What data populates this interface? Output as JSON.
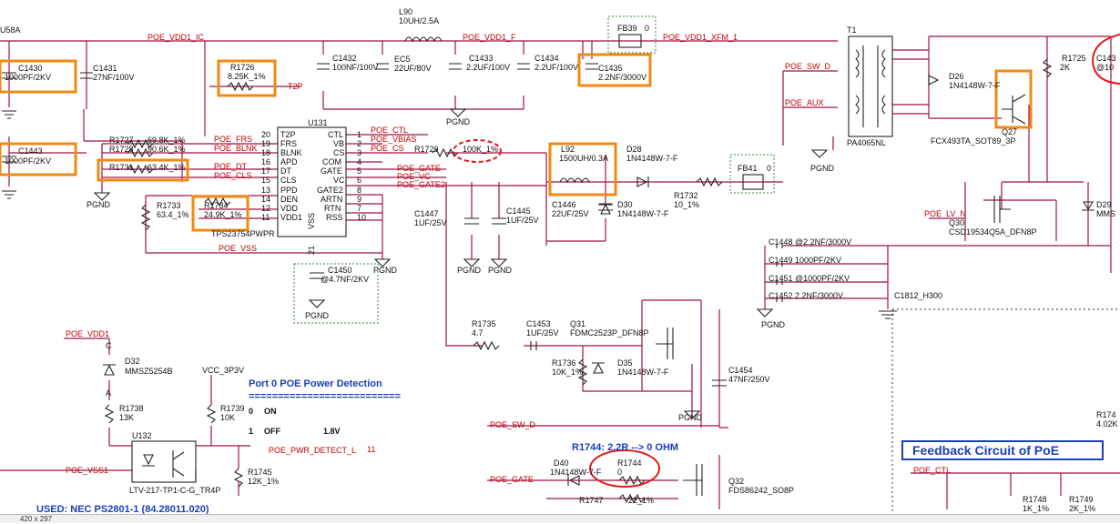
{
  "net_labels": {
    "poe_vdd1_ic": "POE_VDD1_IC",
    "poe_vdd1_f": "POE_VDD1_F",
    "poe_vdd1_xfm_1": "POE_VDD1_XFM_1",
    "poe_sw_d": "POE_SW_D",
    "poe_aux": "POE_AUX",
    "t2p": "T2P",
    "poe_ctl": "POE_CTL",
    "poe_vbias": "POE_VBIAS",
    "poe_cs": "POE_CS",
    "poe_frs": "POE_FRS",
    "poe_blnk": "POE_BLNK",
    "poe_dt": "POE_DT",
    "poe_cls": "POE_CLS",
    "poe_gate": "POE_GATE",
    "poe_vc": "POE_VC",
    "poe_gate2": "POE_GATE2",
    "poe_vss": "POE_VSS",
    "poe_lv_n": "POE_LV_N",
    "poe_vdd1": "POE_VDD1",
    "vcc_3p3v": "VCC_3P3V",
    "poe_pwr_detect_l": "POE_PWR_DETECT_L",
    "poe_pwr_detect_page": "11",
    "poe_vss1": "POE_VSS1",
    "poe_sw_d_2": "POE_SW_D",
    "poe_gate_2": "POE_GATE",
    "poe_ctl_2": "POE_CTL",
    "pgnd": "PGND",
    "u58a": "U58A"
  },
  "components": {
    "c1430": "C1430",
    "c1430_v": "1000PF/2KV",
    "c1431": "C1431",
    "c1431_v": "27NF/100V",
    "c1443": "C1443",
    "c1443_v": "1000PF/2KV",
    "r1726": "R1726",
    "r1726_v": "8.25K_1%",
    "c1432": "C1432",
    "c1432_v": "100NF/100V",
    "ec5": "EC5",
    "ec5_v": "22UF/80V",
    "l90": "L90",
    "l90_v": "10UH/2.5A",
    "c1433": "C1433",
    "c1433_v": "2.2UF/100V",
    "c1434": "C1434",
    "c1434_v": "2.2UF/100V",
    "fb39": "FB39",
    "fb39_v": "0",
    "c1435": "C1435",
    "c1435_v": "2.2NF/3000V",
    "t1": "T1",
    "t1_v": "PA4065NL",
    "d26": "D26",
    "d26_v": "1N4148W-7-F",
    "r1725": "R1725",
    "r1725_v": "2K",
    "c143x": "C143",
    "c143x_v": "@10",
    "q27": "Q27",
    "q27_v": "FCX493TA_SOT89_3P",
    "u131": "U131",
    "u131_v": "TPS23754PWPR",
    "r1727": "R1727",
    "r1727_v": "69.8K_1%",
    "r1728": "R1728",
    "r1728_v": "90.6K_1%",
    "r1731": "R1731",
    "r1731_v": "63.4K_1%",
    "r1733": "R1733",
    "r1733_v": "63.4_1%",
    "r1734": "R1734",
    "r1734_v": "24.9K_1%",
    "r1729": "R1729",
    "r1729_v": "100K_1%",
    "l92": "L92",
    "l92_v": "1500UH/0.3A",
    "d28": "D28",
    "d28_v": "1N4148W-7-F",
    "fb41": "FB41",
    "fb41_v": "0",
    "r1732": "R1732",
    "r1732_v": "10_1%",
    "c1446": "C1446",
    "c1446_v": "22UF/25V",
    "d30": "D30",
    "d30_v": "1N4148W-7-F",
    "c1445": "C1445",
    "c1445_v": "1UF/25V",
    "c1447": "C1447",
    "c1447_v": "1UF/25V",
    "c1450": "C1450",
    "c1450_v": "@4.7NF/2KV",
    "q30": "Q30",
    "q30_v": "CSD19534Q5A_DFN8P",
    "d29": "D29",
    "d29_v": "MMS",
    "c1448": "C1448",
    "c1448_v": "@2.2NF/3000V",
    "c1449": "C1449",
    "c1449_v": "1000PF/2KV",
    "c1451": "C1451",
    "c1451_v": "@1000PF/2KV",
    "c1452": "C1452",
    "c1452_v": "2.2NF/3000V",
    "c1812": "C1812_H300",
    "r1735": "R1735",
    "r1735_v": "4.7",
    "c1453": "C1453",
    "c1453_v": "1UF/25V",
    "q31": "Q31",
    "q31_v": "FDMC2523P_DFN8P",
    "r1736": "R1736",
    "r1736_v": "10K_1%",
    "d35": "D35",
    "d35_v": "1N4148W-7-F",
    "c1454": "C1454",
    "c1454_v": "47NF/250V",
    "d32": "D32",
    "d32_v": "MMSZ5254B",
    "r1738": "R1738",
    "r1738_v": "13K",
    "r1739": "R1739",
    "r1739_v": "10K",
    "u132": "U132",
    "u132_v": "LTV-217-TP1-C-G_TR4P",
    "r1745": "R1745",
    "r1745_v": "12K_1%",
    "d40": "D40",
    "d40_v": "1N4148W-7-F",
    "r1744": "R1744",
    "r1744_v": "0",
    "r1747": "R1747",
    "r1747_v": "22_1%",
    "q32": "Q32",
    "q32_v": "FDS86242_SO8P",
    "r1748": "R1748",
    "r1748_v": "1K_1%",
    "r1749": "R1749",
    "r1749_v": "2K_1%",
    "r174x": "R174",
    "r174x_v": "4.02K"
  },
  "ic_pins": {
    "left": [
      {
        "name": "T2P",
        "num": "20"
      },
      {
        "name": "FRS",
        "num": "19"
      },
      {
        "name": "BLNK",
        "num": "18"
      },
      {
        "name": "APD",
        "num": "16"
      },
      {
        "name": "DT",
        "num": "17"
      },
      {
        "name": "CLS",
        "num": "15"
      },
      {
        "name": "PPD",
        "num": "13"
      },
      {
        "name": "DEN",
        "num": "14"
      },
      {
        "name": "VDD",
        "num": "12"
      },
      {
        "name": "VDD1",
        "num": "11"
      }
    ],
    "right": [
      {
        "name": "CTL",
        "num": "1"
      },
      {
        "name": "VB",
        "num": "2"
      },
      {
        "name": "CS",
        "num": "3"
      },
      {
        "name": "COM",
        "num": "4"
      },
      {
        "name": "GATE",
        "num": "5"
      },
      {
        "name": "VC",
        "num": "6"
      },
      {
        "name": "GATE2",
        "num": "8"
      },
      {
        "name": "ARTN",
        "num": "9"
      },
      {
        "name": "RTN",
        "num": "7"
      },
      {
        "name": "RSS",
        "num": "10"
      }
    ],
    "vss": "VSS",
    "vss_num": "21"
  },
  "annotations": {
    "port_title": "Port 0 POE Power Detection",
    "port_rule": "==========================",
    "state_0_num": "0",
    "state_0": "ON",
    "state_1_num": "1",
    "state_1": "OFF",
    "voltage": "1.8V",
    "r1744_note": "R1744: 2.2R --> 0 OHM",
    "feedback": "Feedback Circuit of PoE",
    "used_note": "USED: NEC PS2801-1 (84.28011.020)",
    "pin_a": "A",
    "pin_c": "C"
  },
  "status_bar": {
    "size": "420 x 297"
  },
  "colors": {
    "wire": "#a0114a",
    "net_label": "#c00000",
    "highlight_box": "#f08a12",
    "highlight_circle": "#e01b1b",
    "annotation_blue": "#1a3fb8",
    "dotted_box": "#2e8b2e"
  }
}
